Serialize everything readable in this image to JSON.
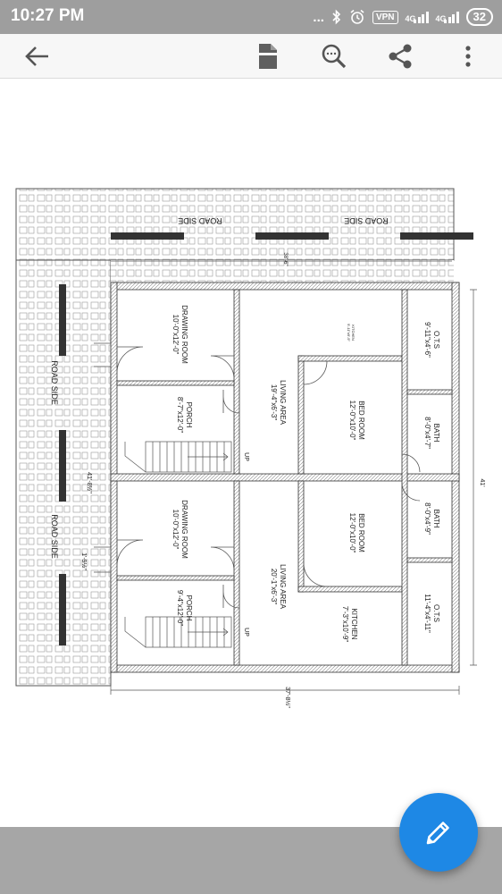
{
  "status_bar": {
    "time": "10:27 PM",
    "dots": "...",
    "vpn": "VPN",
    "network_label": "4G",
    "battery": "32",
    "icons": [
      "bluetooth-icon",
      "alarm-icon",
      "vpn-icon",
      "signal-icon",
      "signal-icon",
      "battery-icon"
    ]
  },
  "toolbar": {
    "icons": [
      "back-arrow-icon",
      "document-icon",
      "zoom-icon",
      "share-icon",
      "more-vert-icon"
    ]
  },
  "plan": {
    "road_side_top_1": "ROAD SIDE",
    "road_side_top_2": "ROAD SIDE",
    "road_side_left_1": "ROAD SIDE",
    "road_side_left_2": "ROAD SIDE",
    "dim_top": "38'-6\"",
    "dim_right": "41'",
    "dim_left": "41'-8½\"",
    "dim_left_small": "1'-9½\"",
    "dim_bottom": "37'-8½\"",
    "unit_a": {
      "drawing_room": "DRAWING ROOM",
      "drawing_room_size": "10'-0\"x12'-0\"",
      "porch": "PORCH",
      "porch_size": "8'-7\"x12'-0\"",
      "living_area": "LIVING AREA",
      "living_area_size": "19'-4\"x6'-3\"",
      "kitchen": "KITCHEN",
      "kitchen_size": "9'-11\"x9'-9\"",
      "bed_room": "BED ROOM",
      "bed_room_size": "12'-0\"x10'-0\"",
      "ots": "O.T.S",
      "ots_size": "9'-11\"x4'-6\"",
      "bath": "BATH",
      "bath_size": "8'-0\"x4'-7\"",
      "up": "UP"
    },
    "unit_b": {
      "drawing_room": "DRAWING ROOM",
      "drawing_room_size": "10'-0\"x12'-0\"",
      "porch": "PORCH",
      "porch_size": "9'-4\"x12'-0\"",
      "living_area": "LIVING AREA",
      "living_area_size": "20'-1\"x6'-3\"",
      "kitchen": "KITCHEN",
      "kitchen_size": "7'-3\"x10'-9\"",
      "bed_room": "BED ROOM",
      "bed_room_size": "12'-0\"x10'-0\"",
      "ots": "O.T.S",
      "ots_size": "11'-4\"x4'-11\"",
      "bath": "BATH",
      "bath_size": "8'-0\"x4'-9\"",
      "up": "UP"
    }
  },
  "fab": {
    "icon": "edit-pencil-icon"
  },
  "colors": {
    "status_bar": "#9e9e9e",
    "fab": "#1e88e5",
    "bottom_bar": "#a6a6a6"
  }
}
